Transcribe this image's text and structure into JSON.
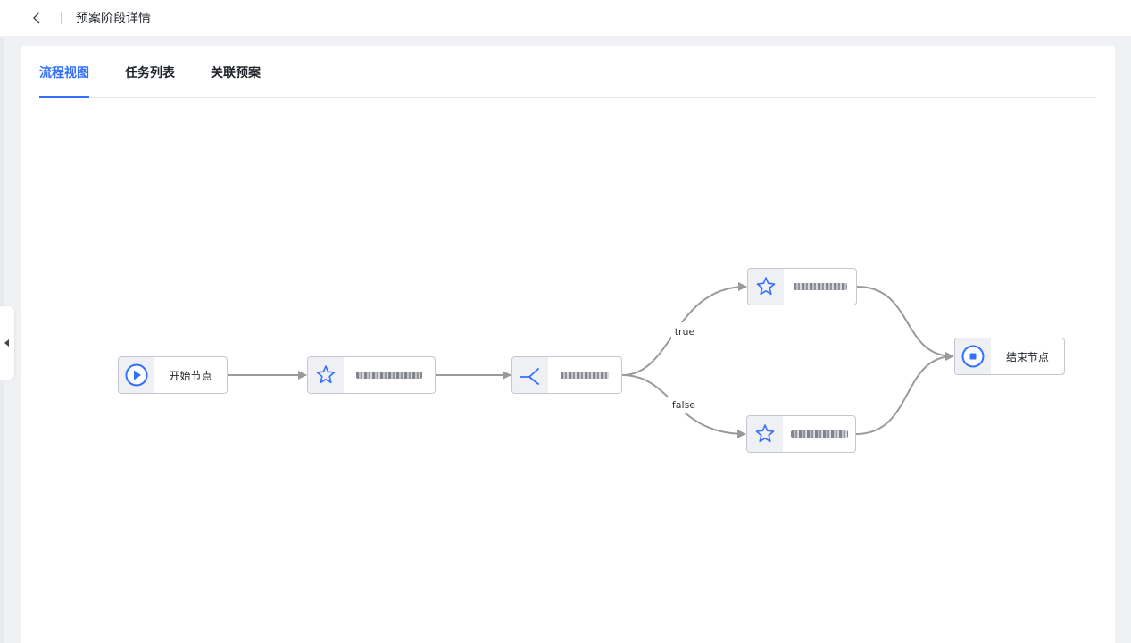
{
  "header": {
    "title": "预案阶段详情"
  },
  "tabs": [
    {
      "label": "流程视图",
      "active": true
    },
    {
      "label": "任务列表",
      "active": false
    },
    {
      "label": "关联预案",
      "active": false
    }
  ],
  "flow": {
    "nodes": [
      {
        "id": "start",
        "label": "开始节点",
        "icon": "play-circle-icon"
      },
      {
        "id": "task-1",
        "label": "",
        "icon": "puzzle-icon"
      },
      {
        "id": "branch",
        "label": "",
        "icon": "branch-icon"
      },
      {
        "id": "task-true",
        "label": "",
        "icon": "puzzle-icon"
      },
      {
        "id": "task-false",
        "label": "",
        "icon": "puzzle-icon"
      },
      {
        "id": "end",
        "label": "结束节点",
        "icon": "stop-circle-icon"
      }
    ],
    "edge_labels": {
      "true": "true",
      "false": "false"
    }
  },
  "colors": {
    "accent": "#3370ff",
    "edge": "#9a9a9a",
    "node_border": "#c3c7cf"
  }
}
